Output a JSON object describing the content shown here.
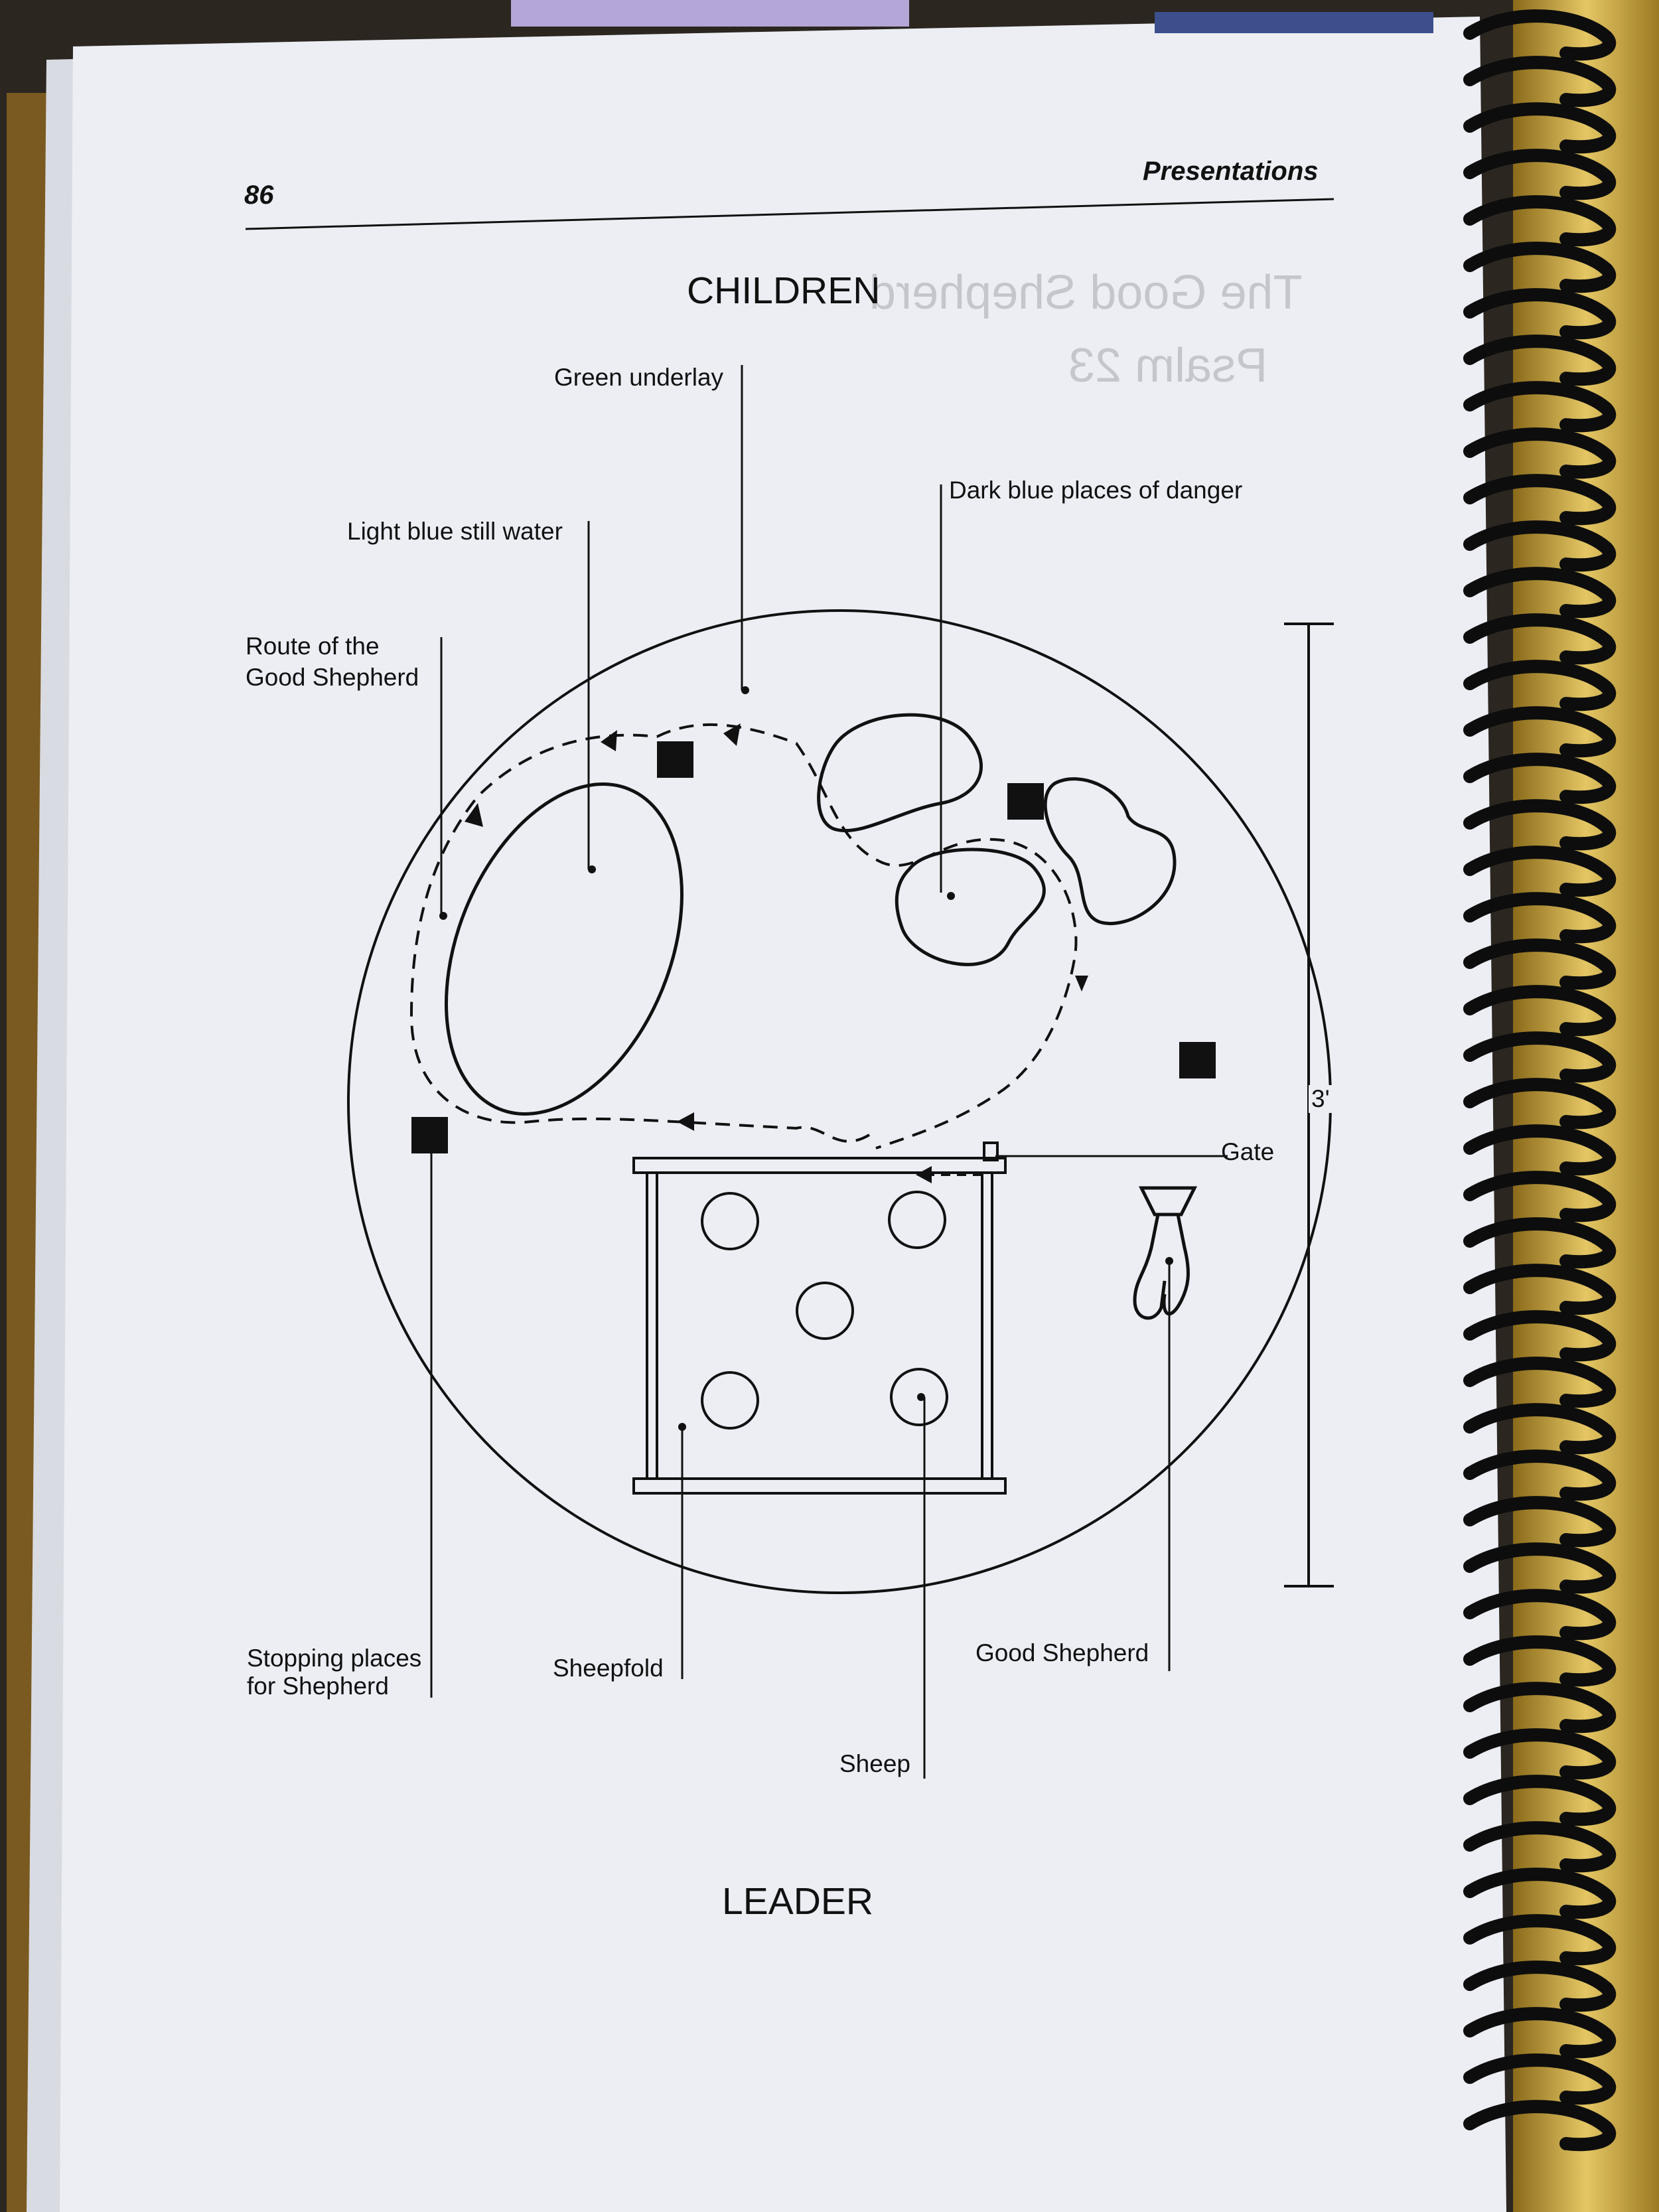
{
  "page": {
    "number": "86",
    "section": "Presentations"
  },
  "diagram": {
    "top_label": "CHILDREN",
    "bottom_label": "LEADER",
    "labels": {
      "green_underlay": "Green underlay",
      "dark_blue_danger": "Dark blue places of danger",
      "light_blue_water": "Light blue still water",
      "route_line1": "Route of the",
      "route_line2": "Good Shepherd",
      "gate": "Gate",
      "dimension": "3'",
      "stopping_line1": "Stopping places",
      "stopping_line2": "for Shepherd",
      "sheepfold": "Sheepfold",
      "good_shepherd": "Good Shepherd",
      "sheep": "Sheep"
    }
  },
  "colors": {
    "paper": "#eceef4",
    "ink": "#111111",
    "spiral": "#0d0d0d",
    "tabletop": "#c9a227"
  },
  "show_through": {
    "title1": "The Good Shepherd",
    "title2": "Psalm 23"
  }
}
